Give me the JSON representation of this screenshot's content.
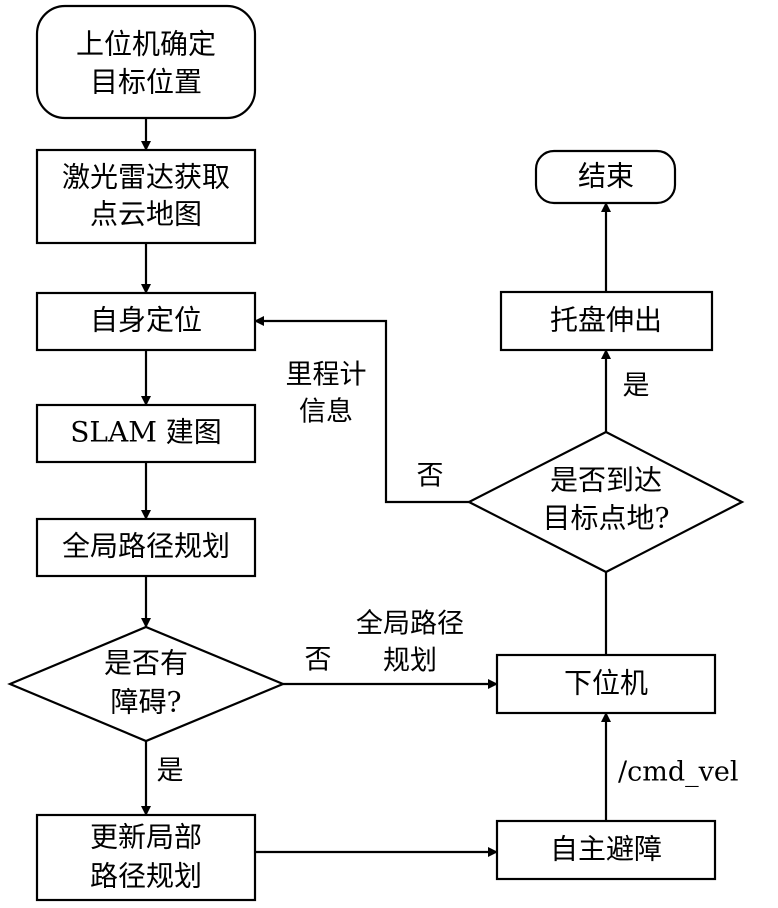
{
  "nodes": {
    "start": {
      "line1": "上位机确定",
      "line2": "目标位置"
    },
    "lidar": {
      "line1": "激光雷达获取",
      "line2": "点云地图"
    },
    "localize": {
      "label": "自身定位"
    },
    "slam": {
      "label": "SLAM 建图"
    },
    "global_plan": {
      "label": "全局路径规划"
    },
    "obstacle": {
      "line1": "是否有",
      "line2": "障碍?"
    },
    "local_plan": {
      "line1": "更新局部",
      "line2": "路径规划"
    },
    "avoid": {
      "label": "自主避障"
    },
    "lower": {
      "label": "下位机"
    },
    "reached": {
      "line1": "是否到达",
      "line2": "目标点地?"
    },
    "tray": {
      "label": "托盘伸出"
    },
    "end": {
      "label": "结束"
    }
  },
  "edge_labels": {
    "obstacle_yes": "是",
    "obstacle_no": "否",
    "global_path_line1": "全局路径",
    "global_path_line2": "规划",
    "cmd_vel": "/cmd_vel",
    "reached_yes": "是",
    "reached_no": "否",
    "odometry_line1": "里程计",
    "odometry_line2": "信息"
  }
}
